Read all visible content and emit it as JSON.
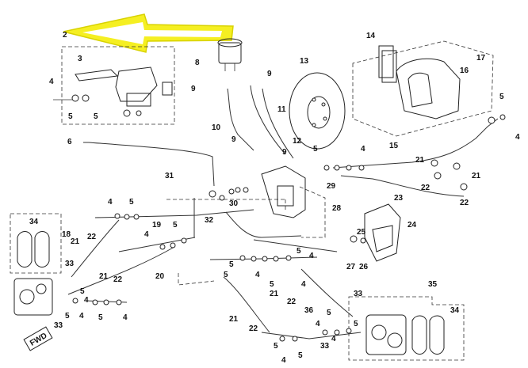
{
  "labels": {
    "l2": "2",
    "l3": "3",
    "l4a": "4",
    "l5a": "5",
    "l5b": "5",
    "l6": "6",
    "l8": "8",
    "l9a": "9",
    "l9b": "9",
    "l9c": "9",
    "l9d": "9",
    "l10": "10",
    "l11": "11",
    "l12": "12",
    "l13": "13",
    "l14": "14",
    "l15": "15",
    "l16": "16",
    "l17": "17",
    "l4b": "4",
    "l5c": "5",
    "l4c": "4",
    "l5d": "5",
    "l21a": "21",
    "l21b": "21",
    "l22a": "22",
    "l22b": "22",
    "l23": "23",
    "l24": "24",
    "l25": "25",
    "l26": "26",
    "l27": "27",
    "l28": "28",
    "l29": "29",
    "l30": "30",
    "l31": "31",
    "l32": "32",
    "l34a": "34",
    "l18": "18",
    "l4d": "4",
    "l5e": "5",
    "l21c": "21",
    "l22c": "22",
    "l19": "19",
    "l4e": "4",
    "l5f": "5",
    "l33a": "33",
    "l21d": "21",
    "l22d": "22",
    "l20": "20",
    "l5g": "5",
    "l4f": "4",
    "l5h": "5",
    "l4g": "4",
    "l5i": "5",
    "l4h": "4",
    "l5j": "5",
    "l5k": "5",
    "l4i": "4",
    "l5l": "5",
    "l4j": "4",
    "l5m": "5",
    "l4k": "4",
    "l21e": "21",
    "l22e": "22",
    "l21f": "21",
    "l22f": "22",
    "l36": "36",
    "l5n": "5",
    "l4l": "4",
    "l33b": "33",
    "l35": "35",
    "l34b": "34",
    "l33c": "33",
    "l5o": "5",
    "l4m": "4",
    "l5p": "5",
    "l4n": "4",
    "l33d": "33",
    "l5q": "5"
  },
  "badge": "FWD",
  "colors": {
    "arrow": "#f5ef22",
    "arrow_outline": "#d8d200",
    "lines": "#333333"
  }
}
